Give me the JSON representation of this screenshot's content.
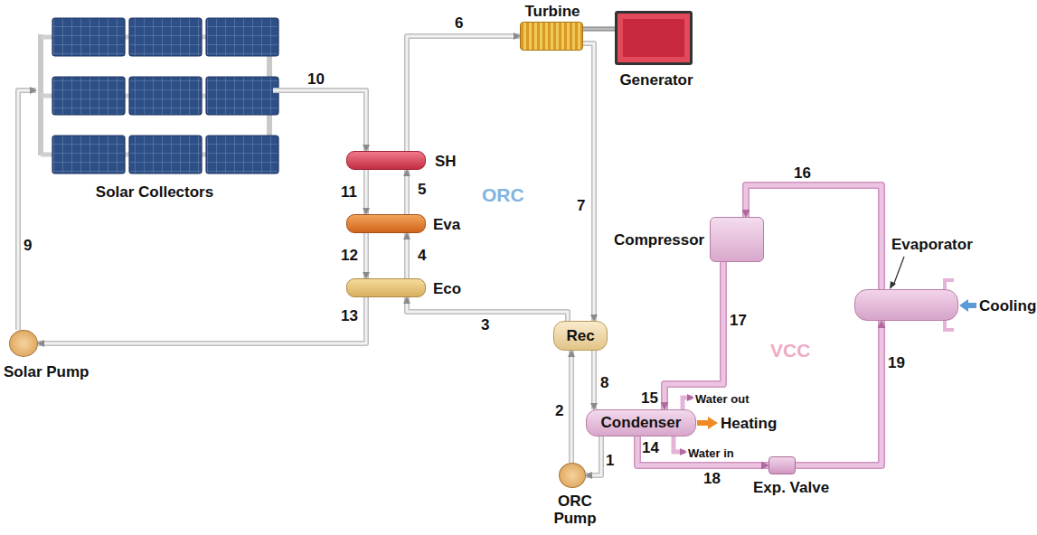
{
  "diagram": {
    "nodes": [
      {
        "text": [
          "Solar Collectors"
        ]
      },
      {
        "text": [
          "Turbine"
        ]
      },
      {
        "text": [
          "Generator"
        ]
      },
      {
        "text": [
          "SH"
        ]
      },
      {
        "text": [
          "Eva"
        ]
      },
      {
        "text": [
          "Eco"
        ]
      },
      {
        "text": [
          "Compressor"
        ]
      },
      {
        "text": [
          "Evaporator"
        ]
      },
      {
        "text": [
          "Solar Pump"
        ]
      },
      {
        "text": [
          "Rec"
        ]
      },
      {
        "text": [
          "Condenser"
        ]
      },
      {
        "text": [
          "ORC Pump"
        ]
      },
      {
        "text": [
          "Exp. Valve"
        ]
      }
    ],
    "edges": [
      {
        "from": 0,
        "to": 3,
        "arrow": "to",
        "label": "10"
      },
      {
        "from": 3,
        "to": 4,
        "arrow": "to",
        "label": "11"
      },
      {
        "from": 4,
        "to": 5,
        "arrow": "to",
        "label": "12"
      },
      {
        "from": 5,
        "to": 8,
        "arrow": "to",
        "label": "13"
      },
      {
        "from": 8,
        "to": 0,
        "arrow": "to",
        "label": "9"
      },
      {
        "from": 11,
        "to": 9,
        "arrow": "to",
        "label": "2"
      },
      {
        "from": 9,
        "to": 5,
        "arrow": "to",
        "label": "3"
      },
      {
        "from": 5,
        "to": 4,
        "arrow": "to",
        "label": "4"
      },
      {
        "from": 4,
        "to": 3,
        "arrow": "to",
        "label": "5"
      },
      {
        "from": 3,
        "to": 1,
        "arrow": "to",
        "label": "6"
      },
      {
        "from": 1,
        "to": 9,
        "arrow": "to",
        "label": "7"
      },
      {
        "from": 9,
        "to": 10,
        "arrow": "to",
        "label": "8"
      },
      {
        "from": 10,
        "to": 11,
        "arrow": "to",
        "label": "1"
      },
      {
        "from": 1,
        "to": 2,
        "arrow": "none"
      },
      {
        "from": 6,
        "to": 10,
        "arrow": "to",
        "label": "17"
      },
      {
        "from": 10,
        "to": 12,
        "arrow": "to",
        "label": "18"
      },
      {
        "from": 12,
        "to": 7,
        "arrow": "to",
        "label": "19"
      },
      {
        "from": 7,
        "to": 6,
        "arrow": "to",
        "label": "16"
      }
    ],
    "labels": [
      "ORC",
      "VCC",
      "14",
      "15",
      "Water out",
      "Water in",
      "Heating",
      "Cooling"
    ]
  }
}
